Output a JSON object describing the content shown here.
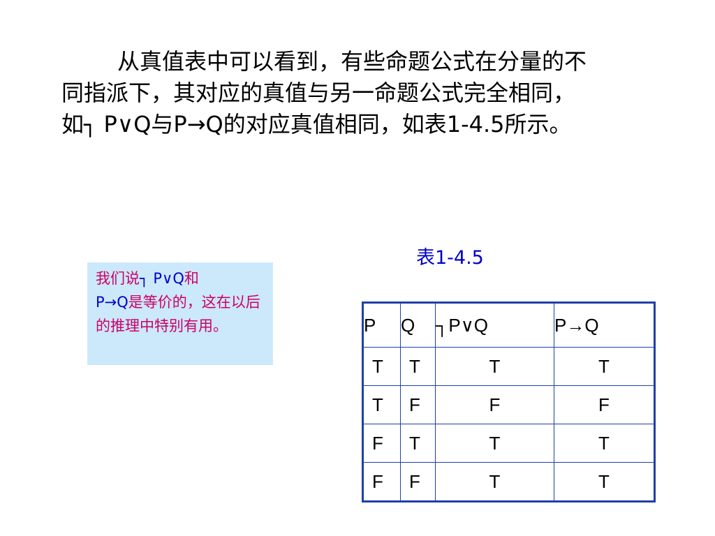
{
  "intro": {
    "line1": "从真值表中可以看到，有些命题公式在分量的不",
    "line2": "同指派下，其对应的真值与另一命题公式完全相同，",
    "line3_pre": "如",
    "line3_neg": "┐",
    "line3_formula1": "P∨Q",
    "line3_mid": "与",
    "line3_formula2": "P→Q",
    "line3_post": "的对应真值相同，如表",
    "line3_ref": "1-4.5",
    "line3_end": "所示。"
  },
  "caption": {
    "prefix": "表",
    "number": "1-4.5"
  },
  "note": {
    "t1": "我们说",
    "t2": "┐",
    "t3": "P∨Q",
    "t4": "和",
    "t5": "P→Q",
    "t6": "是等价的，这在以后的推理中特别有用。"
  },
  "table": {
    "headers": [
      "P",
      "Q",
      "┐P∨Q",
      "P→Q"
    ],
    "rows": [
      [
        "T",
        "T",
        "T",
        "T"
      ],
      [
        "T",
        "F",
        "F",
        "F"
      ],
      [
        "F",
        "T",
        "T",
        "T"
      ],
      [
        "F",
        "F",
        "T",
        "T"
      ]
    ]
  },
  "colors": {
    "table_border": "#1f3fa8",
    "note_background": "#cce8fb",
    "note_text": "#cc0066",
    "caption_text": "#0000cc"
  }
}
